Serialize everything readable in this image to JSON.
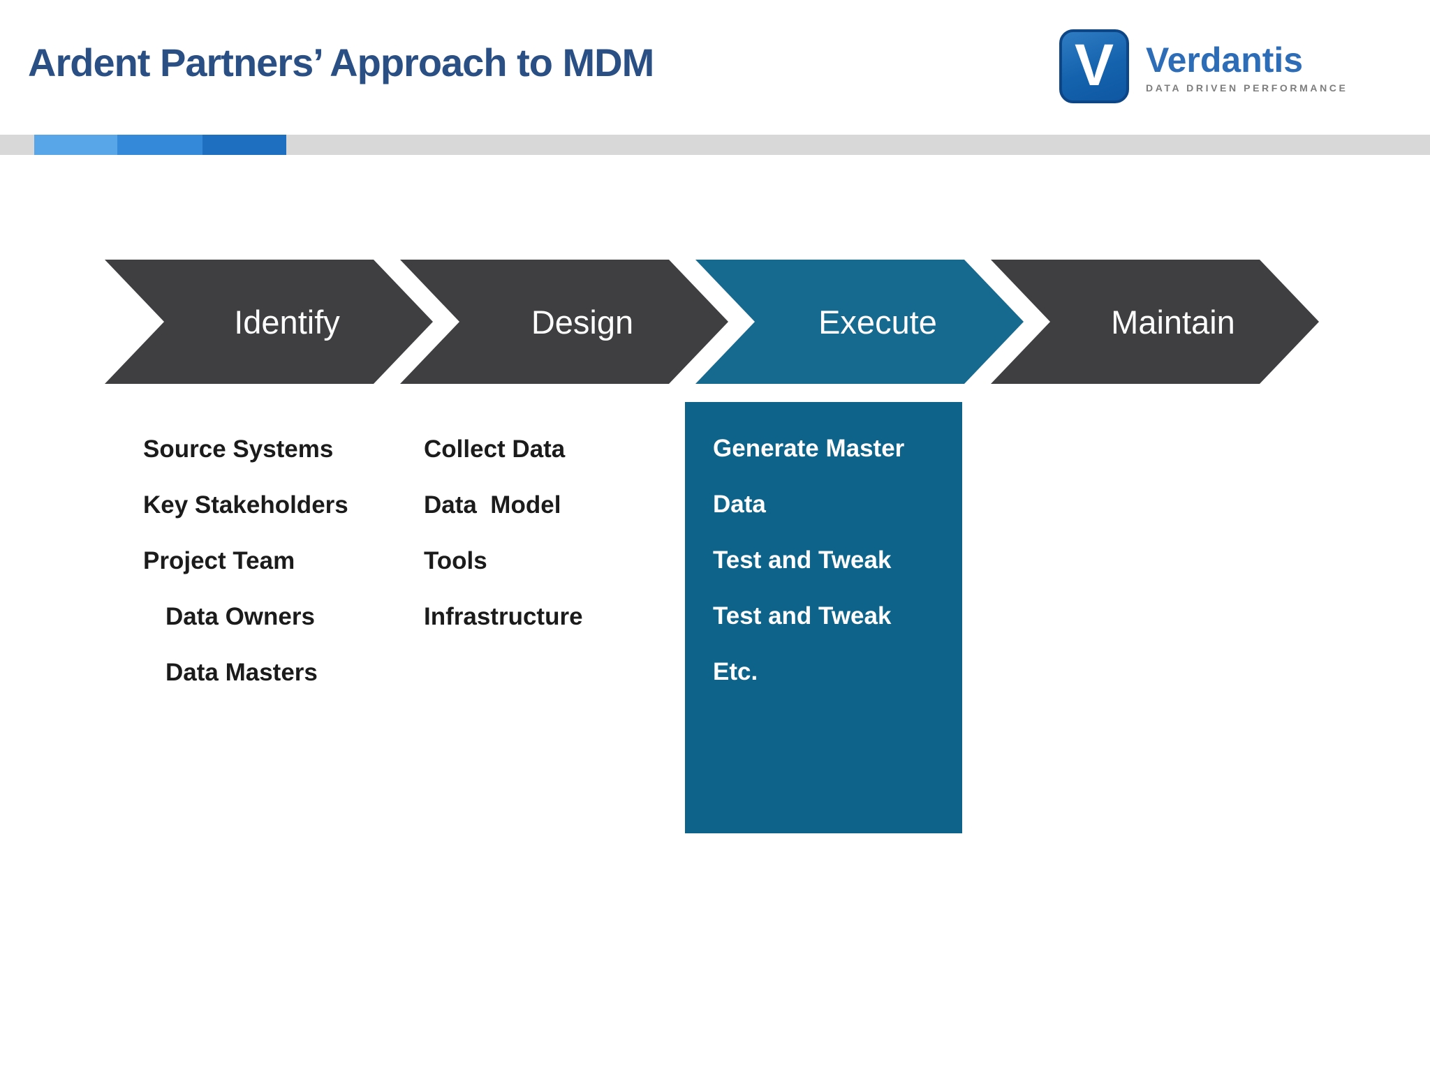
{
  "slide": {
    "title": "Ardent Partners’ Approach to MDM",
    "title_color": "#294f85"
  },
  "logo": {
    "letter": "V",
    "brand": "Verdantis",
    "tagline": "DATA DRIVEN PERFORMANCE",
    "colors": {
      "icon_bg": "#1565b0",
      "icon_border": "#0d4687",
      "brand_text": "#2d6db7",
      "tagline_text": "#7d7d7d"
    }
  },
  "accent_bar": {
    "track_color": "#d8d8d8",
    "segments": [
      {
        "name": "light-blue",
        "color": "#58a6e8"
      },
      {
        "name": "medium-blue",
        "color": "#3489d8"
      },
      {
        "name": "dark-blue",
        "color": "#1e6fbf"
      }
    ]
  },
  "process": {
    "steps": [
      {
        "label": "Identify",
        "color": "#3f3f41",
        "active": false
      },
      {
        "label": "Design",
        "color": "#3f3f41",
        "active": false
      },
      {
        "label": "Execute",
        "color": "#176a8f",
        "active": true
      },
      {
        "label": "Maintain",
        "color": "#3f3f41",
        "active": false
      }
    ]
  },
  "columns": {
    "identify": {
      "items": [
        {
          "text": "Source Systems",
          "indent": false
        },
        {
          "text": "Key Stakeholders",
          "indent": false
        },
        {
          "text": "Project Team",
          "indent": false
        },
        {
          "text": "Data Owners",
          "indent": true
        },
        {
          "text": "Data Masters",
          "indent": true
        }
      ]
    },
    "design": {
      "items": [
        {
          "text": "Collect Data",
          "indent": false
        },
        {
          "text": "Data  Model",
          "indent": false
        },
        {
          "text": "Tools",
          "indent": false
        },
        {
          "text": "Infrastructure",
          "indent": false
        }
      ]
    },
    "execute": {
      "panel_color": "#0d6389",
      "lines": [
        "Generate Master",
        "Data",
        "Test and Tweak",
        "Test and Tweak",
        "Etc."
      ]
    }
  }
}
